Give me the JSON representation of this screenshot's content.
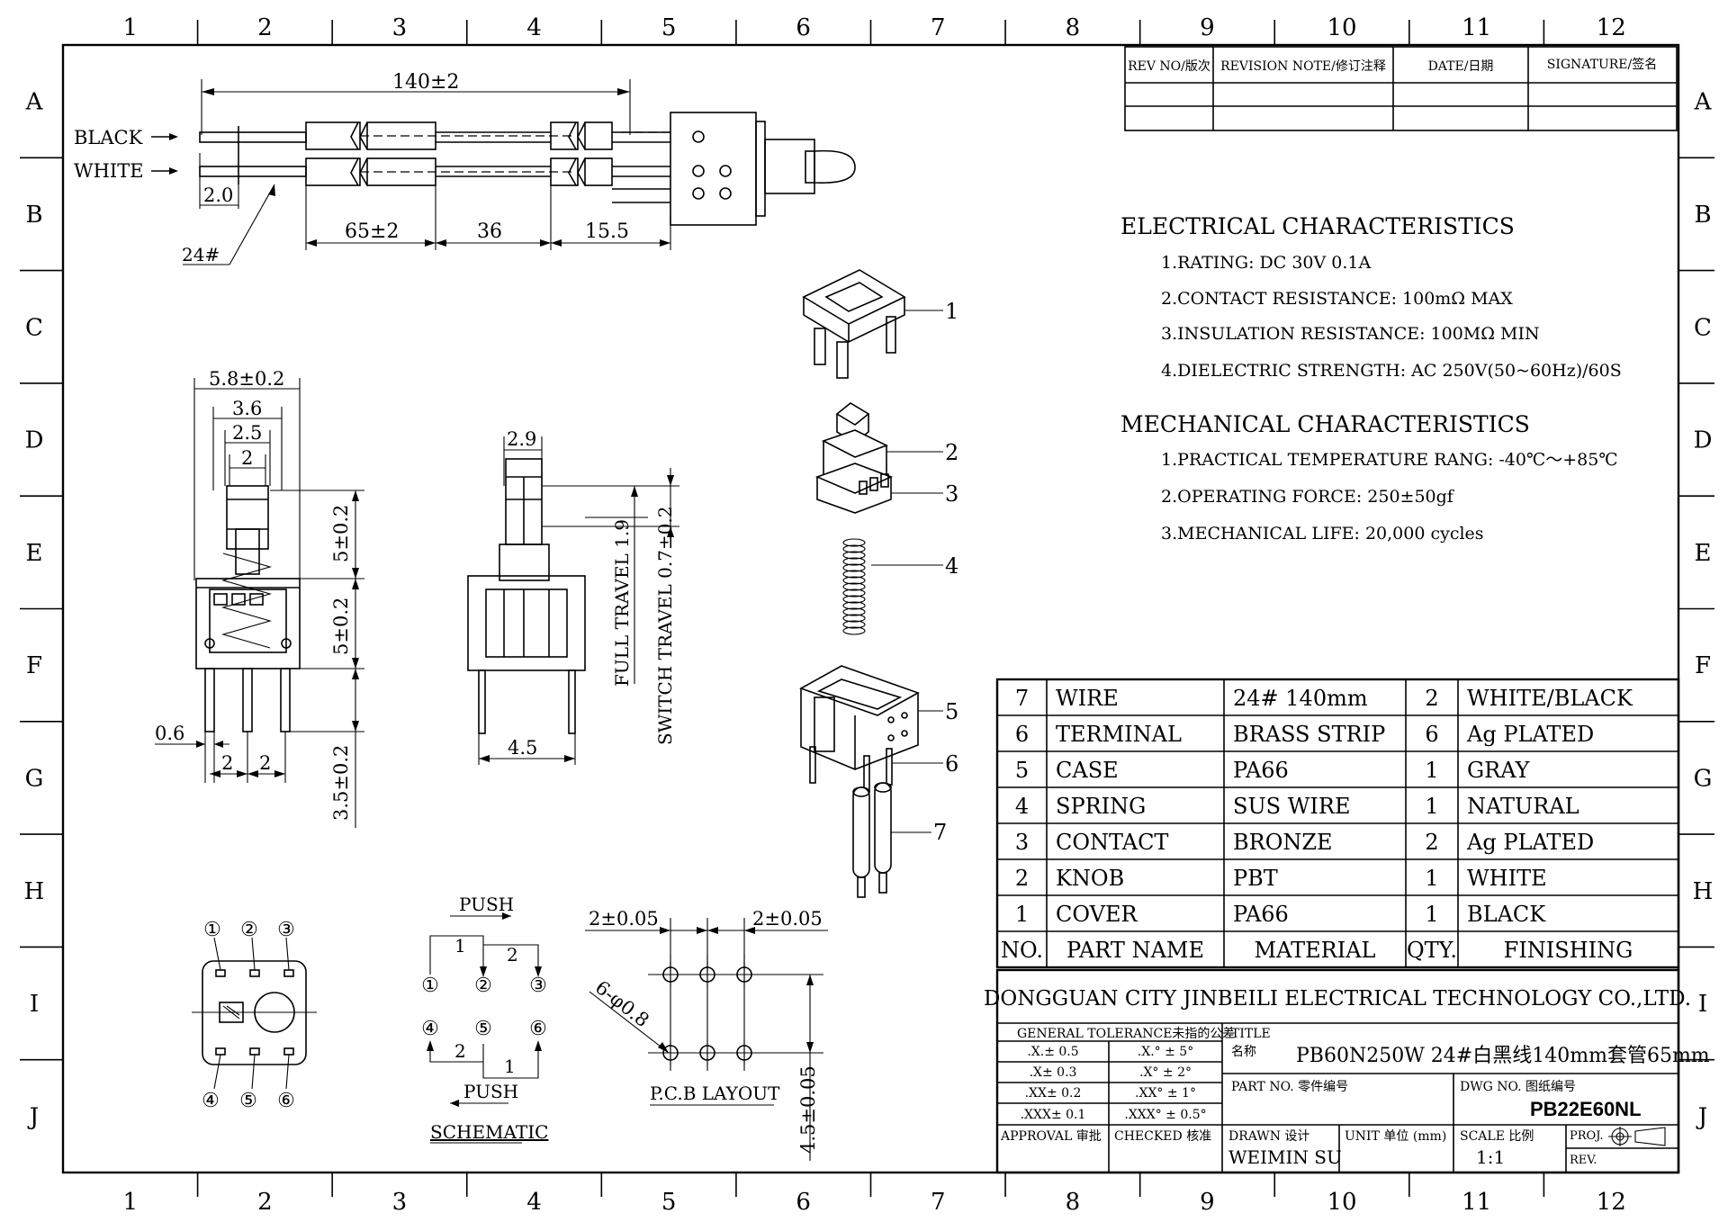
{
  "grid": {
    "columns": [
      "1",
      "2",
      "3",
      "4",
      "5",
      "6",
      "7",
      "8",
      "9",
      "10",
      "11",
      "12"
    ],
    "rows": [
      "A",
      "B",
      "C",
      "D",
      "E",
      "F",
      "G",
      "H",
      "I",
      "J"
    ]
  },
  "revision_block": {
    "rev_no": "REV NO/版次",
    "note": "REVISION NOTE/修订注释",
    "date": "DATE/日期",
    "signature": "SIGNATURE/签名"
  },
  "top_view": {
    "black_label": "BLACK",
    "white_label": "WHITE",
    "overall_length": "140±2",
    "strip": "2.0",
    "wire_gauge": "24#",
    "seg1": "65±2",
    "seg2": "36",
    "seg3": "15.5"
  },
  "front_view": {
    "width": "5.8±0.2",
    "d1": "3.6",
    "d2": "2.5",
    "d3": "2",
    "h1": "5±0.2",
    "h2": "5±0.2",
    "h3": "3.5±0.2",
    "pin": "0.6",
    "pitch1": "2",
    "pitch2": "2"
  },
  "side_view": {
    "knob": "2.9",
    "full_travel": "FULL TRAVEL 1.9",
    "switch_travel": "SWITCH TRAVEL 0.7±0.2",
    "base": "4.5"
  },
  "exploded_callouts": [
    "1",
    "2",
    "3",
    "4",
    "5",
    "6",
    "7"
  ],
  "electrical": {
    "title": "ELECTRICAL CHARACTERISTICS",
    "items": [
      "1.RATING: DC 30V 0.1A",
      "2.CONTACT RESISTANCE: 100mΩ MAX",
      "3.INSULATION RESISTANCE: 100MΩ MIN",
      "4.DIELECTRIC STRENGTH: AC 250V(50~60Hz)/60S"
    ]
  },
  "mechanical": {
    "title": "MECHANICAL CHARACTERISTICS",
    "items": [
      "1.PRACTICAL TEMPERATURE RANG: -40℃～+85℃",
      "2.OPERATING FORCE: 250±50gf",
      "3.MECHANICAL LIFE: 20,000 cycles"
    ]
  },
  "bom": {
    "headers": [
      "NO.",
      "PART NAME",
      "MATERIAL",
      "QTY.",
      "FINISHING"
    ],
    "rows": [
      [
        "7",
        "WIRE",
        "24#  140mm",
        "2",
        "WHITE/BLACK"
      ],
      [
        "6",
        "TERMINAL",
        "BRASS STRIP",
        "6",
        "Ag PLATED"
      ],
      [
        "5",
        "CASE",
        "PA66",
        "1",
        "GRAY"
      ],
      [
        "4",
        "SPRING",
        "SUS WIRE",
        "1",
        "NATURAL"
      ],
      [
        "3",
        "CONTACT",
        "BRONZE",
        "2",
        "Ag PLATED"
      ],
      [
        "2",
        "KNOB",
        "PBT",
        "1",
        "WHITE"
      ],
      [
        "1",
        "COVER",
        "PA66",
        "1",
        "BLACK"
      ]
    ]
  },
  "title_block": {
    "company": "DONGGUAN CITY JINBEILI ELECTRICAL TECHNOLOGY CO.,LTD.",
    "tolerance_title": "GENERAL TOLERANCE未指的公差",
    "tol": [
      [
        ".X.± 0.5",
        ".X.° ± 5°"
      ],
      [
        ".X± 0.3",
        ".X° ± 2°"
      ],
      [
        ".XX± 0.2",
        ".XX° ± 1°"
      ],
      [
        ".XXX± 0.1",
        ".XXX° ± 0.5°"
      ]
    ],
    "title_label": "TITLE",
    "name_label": "名称",
    "title_value": "PB60N250W 24#白黑线140mm套管65mm",
    "part_no_label": "PART NO. 零件编号",
    "dwg_no_label": "DWG NO. 图纸编号",
    "dwg_no": "PB22E60NL",
    "approval": "APPROVAL 审批",
    "checked": "CHECKED 核准",
    "drawn_label": "DRAWN 设计",
    "drawn_by": "WEIMIN SU",
    "unit": "UNIT 单位 (mm)",
    "scale_label": "SCALE 比例",
    "scale": "1:1",
    "proj": "PROJ.",
    "rev": "REV."
  },
  "pinout": {
    "pins_top": [
      "①",
      "②",
      "③"
    ],
    "pins_bottom": [
      "④",
      "⑤",
      "⑥"
    ]
  },
  "schematic": {
    "push_top": "PUSH",
    "push_bottom": "PUSH",
    "label1": "1",
    "label2": "2",
    "label2b": "2",
    "label1b": "1",
    "title": "SCHEMATIC",
    "pins_top": [
      "①",
      "②",
      "③"
    ],
    "pins_bottom": [
      "④",
      "⑤",
      "⑥"
    ]
  },
  "pcb": {
    "pitch_left": "2±0.05",
    "pitch_right": "2±0.05",
    "holes": "6-φ0.8",
    "row_pitch": "4.5±0.05",
    "title": "P.C.B LAYOUT"
  }
}
